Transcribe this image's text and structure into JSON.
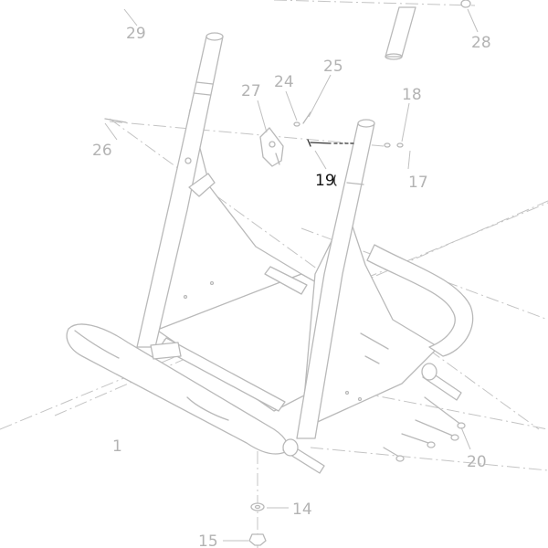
{
  "diagram": {
    "colors": {
      "line": "#b9b9b9",
      "label": "#b3b3b3",
      "highlight": "#111111"
    },
    "labels": {
      "l1": "1",
      "l14": "14",
      "l15": "15",
      "l17": "17",
      "l18": "18",
      "l19": "19",
      "l20": "20",
      "l24": "24",
      "l25": "25",
      "l26": "26",
      "l27": "27",
      "l28": "28",
      "l29": "29"
    },
    "highlighted_part": "19"
  }
}
